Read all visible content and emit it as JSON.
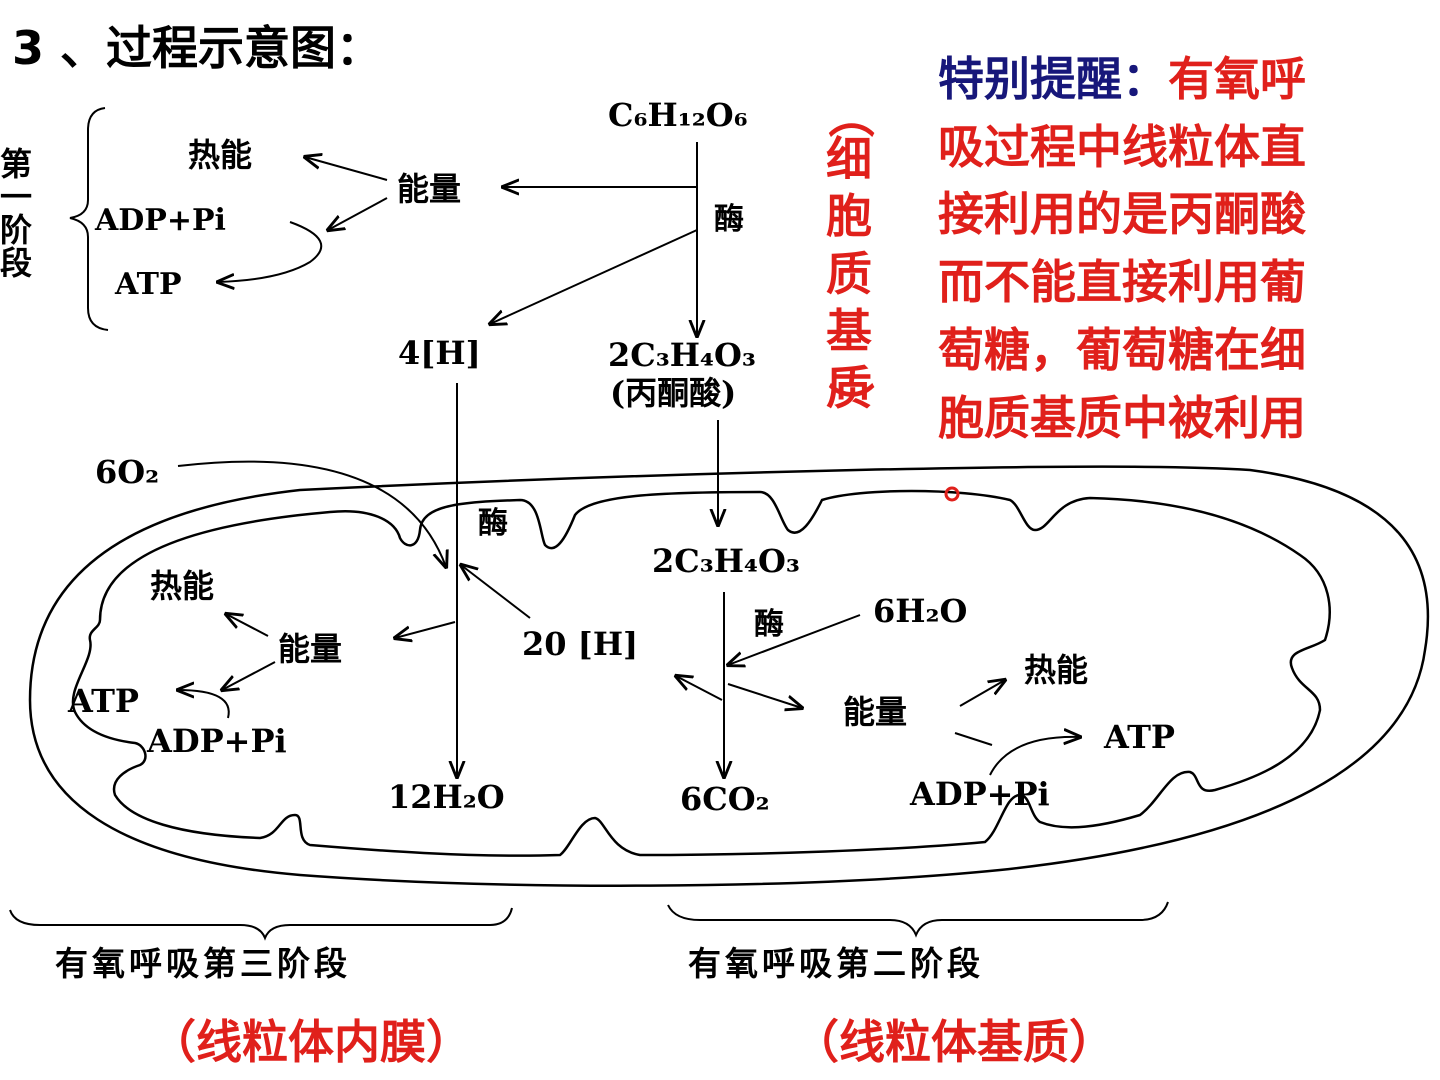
{
  "title": "3 、过程示意图：",
  "reminder": {
    "label": "特别提醒：",
    "lines": [
      "有氧呼",
      "吸过程中线粒体直",
      "接利用的是丙酮酸",
      "而不能直接利用葡",
      "萄糖，葡萄糖在细",
      "胞质基质中被利用"
    ]
  },
  "cytoplasm_label": [
    "（",
    "细",
    "胞",
    "质",
    "基",
    "质",
    "）"
  ],
  "stage1": {
    "side_label": [
      "第",
      "一",
      "阶",
      "段"
    ],
    "glucose": "C₆H₁₂O₆",
    "enzyme": "酶",
    "energy": "能量",
    "heat": "热能",
    "adp": "ADP+Pi",
    "atp": "ATP",
    "h": "4[H]",
    "pyruvate": "2C₃H₄O₃",
    "pyruvate_name": "(丙酮酸)"
  },
  "stage2": {
    "pyruvate": "2C₃H₄O₃",
    "enzyme": "酶",
    "water": "6H₂O",
    "heat": "热能",
    "energy": "能量",
    "atp": "ATP",
    "adp": "ADP+Pi",
    "co2": "6CO₂",
    "name": "有氧呼吸第二阶段",
    "location": "（线粒体基质）"
  },
  "stage3": {
    "oxygen": "6O₂",
    "enzyme": "酶",
    "heat": "热能",
    "energy": "能量",
    "h": "20 [H]",
    "atp": "ATP",
    "adp": "ADP+Pi",
    "water": "12H₂O",
    "name": "有氧呼吸第三阶段",
    "location": "（线粒体内膜）"
  },
  "colors": {
    "highlight": "#e0201b",
    "label": "#17177a",
    "ink": "#000000"
  }
}
